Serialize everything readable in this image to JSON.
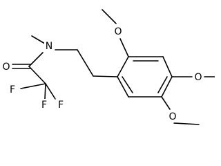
{
  "atoms": {
    "n": "N",
    "o_carbonyl": "O",
    "f_left": "F",
    "f_mid": "F",
    "f_right": "F",
    "o_methoxy_top": "O",
    "o_methoxy_right": "O",
    "o_methoxy_bottom": "O"
  },
  "colors": {
    "bond": "#000000",
    "label": "#000000",
    "background": "#ffffff"
  }
}
